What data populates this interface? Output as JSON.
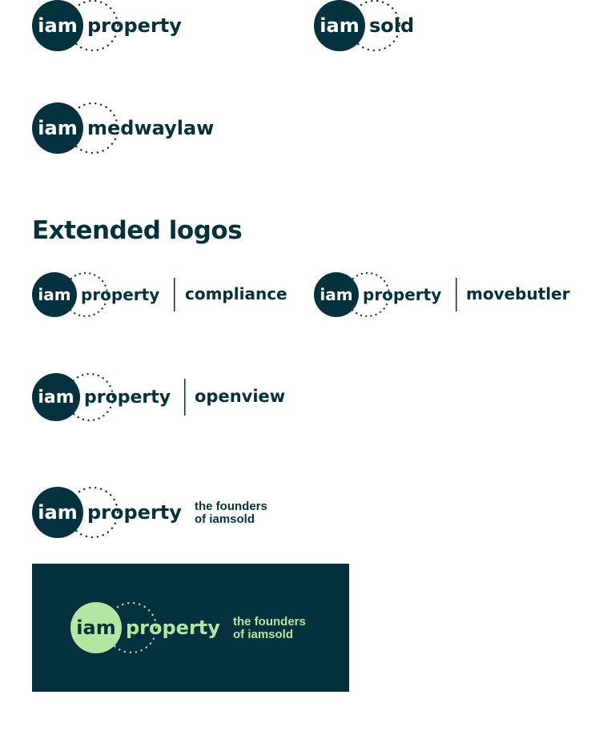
{
  "colors": {
    "brand_dark": "#04313e",
    "brand_light": "#b3e6a3",
    "white": "#ffffff"
  },
  "logos": {
    "iamproperty": {
      "mark": "iam",
      "name": "property"
    },
    "iamsold": {
      "mark": "iam",
      "name": "sold"
    },
    "iammedwaylaw": {
      "mark": "iam",
      "name": "medwaylaw"
    }
  },
  "extended": {
    "heading": "Extended logos",
    "compliance": {
      "mark": "iam",
      "name": "property",
      "suffix": "compliance"
    },
    "movebutler": {
      "mark": "iam",
      "name": "property",
      "suffix": "movebutler"
    },
    "openview": {
      "mark": "iam",
      "name": "property",
      "suffix": "openview"
    },
    "founders": {
      "mark": "iam",
      "name": "property",
      "tagline_line1": "the founders",
      "tagline_line2": "of iamsold"
    },
    "founders_dark": {
      "mark": "iam",
      "name": "property",
      "tagline_line1": "the founders",
      "tagline_line2": "of iamsold"
    }
  }
}
